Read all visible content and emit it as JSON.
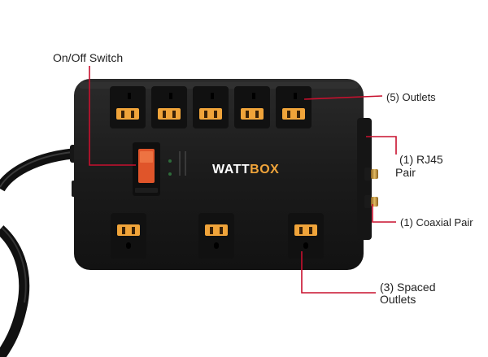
{
  "labels": {
    "switch": "On/Off Switch",
    "outlets5": "(5) Outlets",
    "rj45_line1": "(1) RJ45",
    "rj45_line2": "Pair",
    "coax": "(1) Coaxial Pair",
    "spaced_line1": "(3) Spaced",
    "spaced_line2": "Outlets"
  },
  "brand": {
    "part1": "WA",
    "part2": "TT",
    "part3": "BOX"
  },
  "colors": {
    "body": "#1c1c1c",
    "outlet_accent": "#f0a43a",
    "switch": "#e0552a",
    "leader_line": "#c8102e",
    "coax_gold": "#c89a3a"
  }
}
